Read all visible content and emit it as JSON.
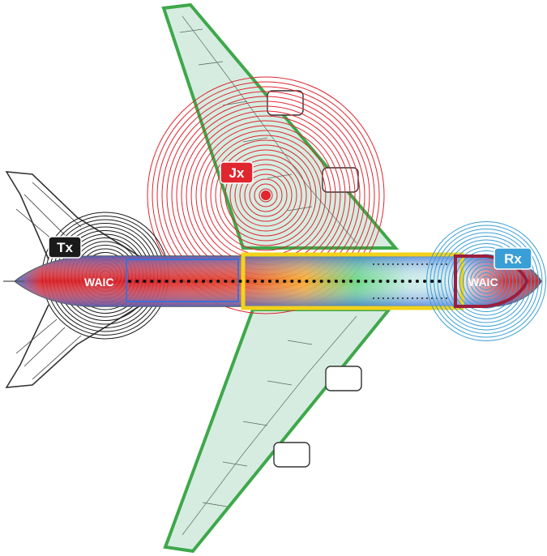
{
  "labels": {
    "transmitter": "Tx",
    "jammer": "Jx",
    "receiver": "Rx",
    "waic_left": "WAIC",
    "waic_right": "WAIC"
  },
  "colors": {
    "transmitter": "#1a1a1a",
    "jammer": "#e0262f",
    "receiver": "#3a9fd6",
    "wing_fill": "#cfe9dc",
    "wing_stroke": "#3ea84a",
    "heat_hot": "#d8141b",
    "heat_warm": "#f7a21b",
    "heat_cool": "#5ad37a",
    "heat_cold": "#3b6fd9"
  },
  "icons": {
    "transmitter_field": "concentric-circles",
    "jammer_field": "concentric-circles",
    "receiver_field": "concentric-circles",
    "signal_path": "dotted-line"
  }
}
